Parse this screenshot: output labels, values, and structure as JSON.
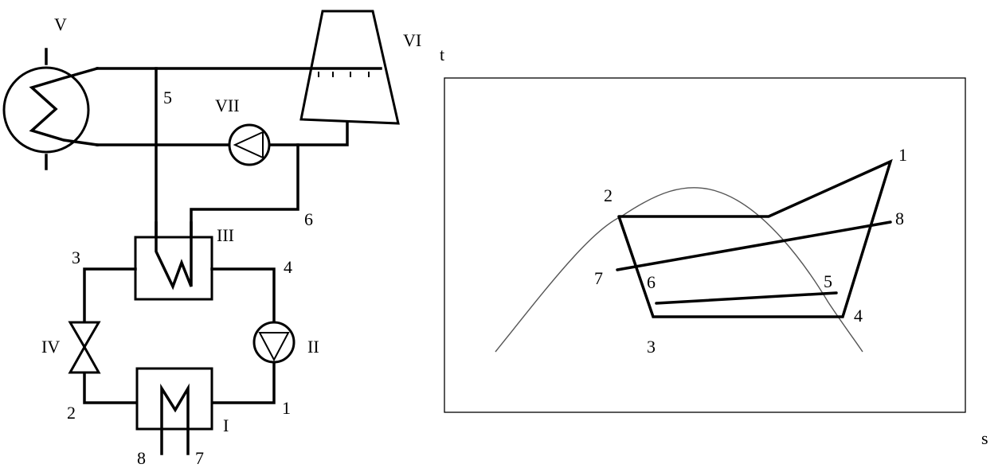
{
  "scheme": {
    "components": {
      "I": "I",
      "II": "II",
      "III": "III",
      "IV": "IV",
      "V": "V",
      "VI": "VI",
      "VII": "VII"
    },
    "points": {
      "p1": "1",
      "p2": "2",
      "p3": "3",
      "p4": "4",
      "p5": "5",
      "p6": "6",
      "p7": "7",
      "p8": "8"
    }
  },
  "ts_diagram": {
    "y_axis_label": "t",
    "x_axis_label": "s",
    "points": {
      "p1": "1",
      "p2": "2",
      "p3": "3",
      "p4": "4",
      "p5": "5",
      "p6": "6",
      "p7": "7",
      "p8": "8"
    }
  }
}
